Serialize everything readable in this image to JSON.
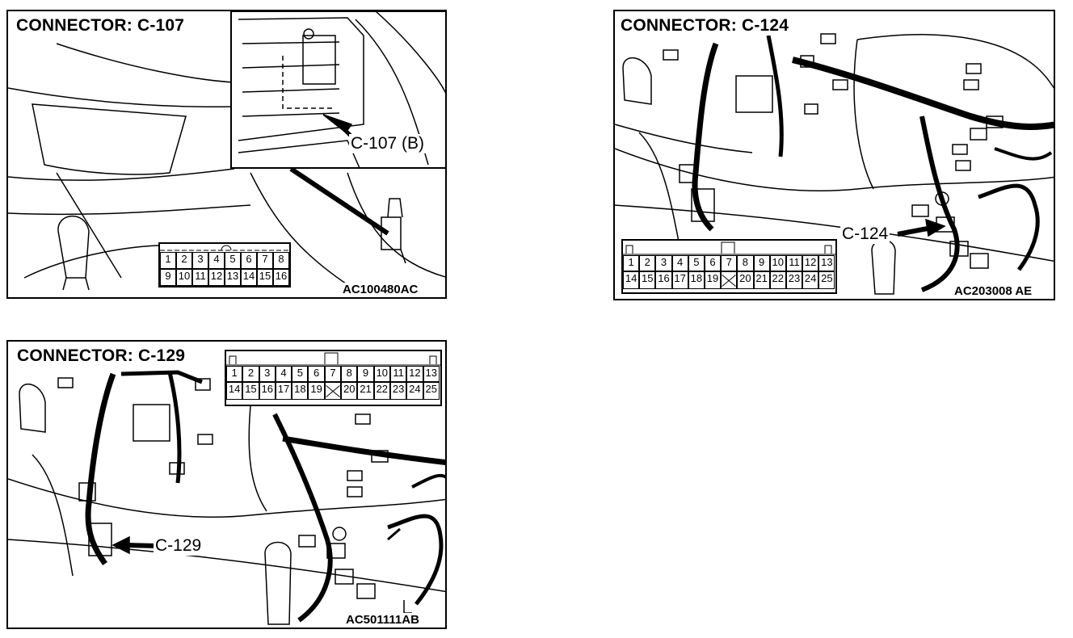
{
  "panels": [
    {
      "title": "CONNECTOR: C-107",
      "callout": "C-107 (B)",
      "code": "AC100480AC",
      "pins_top": [
        "1",
        "2",
        "3",
        "4",
        "5",
        "6",
        "7",
        "8"
      ],
      "pins_bottom": [
        "9",
        "10",
        "11",
        "12",
        "13",
        "14",
        "15",
        "16"
      ]
    },
    {
      "title": "CONNECTOR: C-124",
      "callout": "C-124",
      "code": "AC203008 AE",
      "pins_top": [
        "1",
        "2",
        "3",
        "4",
        "5",
        "6",
        "7",
        "8",
        "9",
        "10",
        "11",
        "12",
        "13"
      ],
      "pins_bottom": [
        "14",
        "15",
        "16",
        "17",
        "18",
        "19",
        "",
        "20",
        "21",
        "22",
        "23",
        "24",
        "25"
      ]
    },
    {
      "title": "CONNECTOR: C-129",
      "callout": "C-129",
      "code": "AC501111AB",
      "pins_top": [
        "1",
        "2",
        "3",
        "4",
        "5",
        "6",
        "7",
        "8",
        "9",
        "10",
        "11",
        "12",
        "13"
      ],
      "pins_bottom": [
        "14",
        "15",
        "16",
        "17",
        "18",
        "19",
        "",
        "20",
        "21",
        "22",
        "23",
        "24",
        "25"
      ]
    }
  ]
}
